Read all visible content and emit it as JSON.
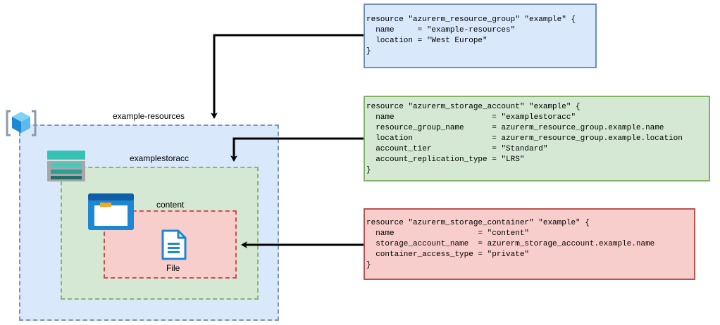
{
  "groups": {
    "resource_group": {
      "label": "example-resources"
    },
    "storage_account": {
      "label": "examplestoracc"
    },
    "container": {
      "label": "content"
    }
  },
  "file": {
    "label": "File",
    "icon": "file-icon"
  },
  "icons": {
    "resource_group": "resource-group-cube-icon",
    "storage_account": "storage-account-icon",
    "container": "storage-container-icon"
  },
  "code": {
    "resource_group": [
      "resource \"azurerm_resource_group\" \"example\" {",
      "  name     = \"example-resources\"",
      "  location = \"West Europe\"",
      "}"
    ],
    "storage_account": [
      "resource \"azurerm_storage_account\" \"example\" {",
      "  name                     = \"examplestoracc\"",
      "  resource_group_name      = azurerm_resource_group.example.name",
      "  location                 = azurerm_resource_group.example.location",
      "  account_tier             = \"Standard\"",
      "  account_replication_type = \"LRS\"",
      "}"
    ],
    "container": [
      "resource \"azurerm_storage_container\" \"example\" {",
      "  name                  = \"content\"",
      "  storage_account_name  = azurerm_storage_account.example.name",
      "  container_access_type = \"private\"",
      "}"
    ]
  },
  "colors": {
    "blue_fill": "#dae8fc",
    "blue_stroke": "#6c8ebf",
    "green_fill": "#d5e8d4",
    "green_stroke": "#82b366",
    "red_fill": "#f8cecc",
    "red_stroke": "#b85450",
    "arrow": "#000000",
    "azure_blue": "#1e87d4",
    "storage_teal": "#38c1b5"
  }
}
